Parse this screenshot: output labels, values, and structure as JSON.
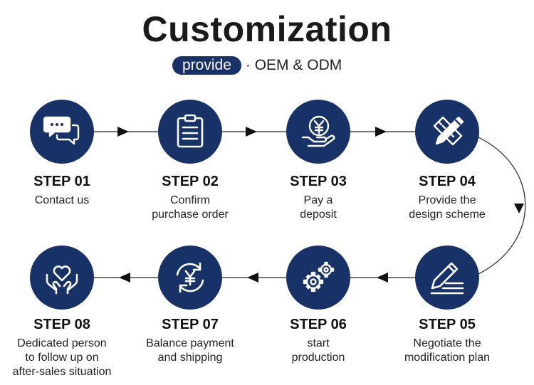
{
  "title": "Customization",
  "subtitle": {
    "pill": "provide",
    "text": "· OEM & ODM"
  },
  "steps": [
    {
      "title": "STEP 01",
      "lines": [
        "Contact us"
      ],
      "icon": "chat-bubbles-icon"
    },
    {
      "title": "STEP 02",
      "lines": [
        "Confirm",
        "purchase order"
      ],
      "icon": "clipboard-icon"
    },
    {
      "title": "STEP 03",
      "lines": [
        "Pay a",
        "deposit"
      ],
      "icon": "yen-coin-hand-icon"
    },
    {
      "title": "STEP 04",
      "lines": [
        "Provide the",
        "design scheme"
      ],
      "icon": "pencil-ruler-icon"
    },
    {
      "title": "STEP 05",
      "lines": [
        "Negotiate the",
        "modification plan"
      ],
      "icon": "edit-pen-icon"
    },
    {
      "title": "STEP 06",
      "lines": [
        "start",
        "production"
      ],
      "icon": "gears-icon"
    },
    {
      "title": "STEP 07",
      "lines": [
        "Balance payment",
        "and shipping"
      ],
      "icon": "yen-cycle-icon"
    },
    {
      "title": "STEP 08",
      "lines": [
        "Dedicated person",
        "to follow up on",
        "after-sales situation"
      ],
      "icon": "heart-hands-icon"
    }
  ],
  "colors": {
    "primary": "#183166",
    "text": "#222222"
  }
}
